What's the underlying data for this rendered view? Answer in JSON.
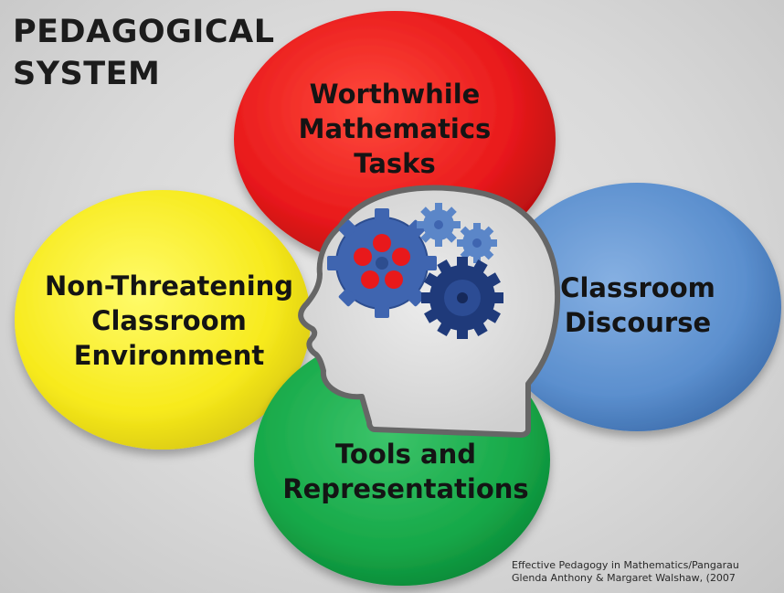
{
  "title": {
    "line1": "PEDAGOGICAL",
    "line2": "SYSTEM"
  },
  "petals": {
    "top": {
      "line1": "Worthwhile",
      "line2": "Mathematics",
      "line3": "Tasks",
      "color": "#e8191b"
    },
    "left": {
      "line1": "Non-Threatening",
      "line2": "Classroom",
      "line3": "Environment",
      "color": "#f7ea1c"
    },
    "right": {
      "line1": "Classroom",
      "line2": "Discourse",
      "color": "#5b8fce"
    },
    "bottom": {
      "line1": "Tools and",
      "line2": "Representations",
      "color": "#16a848"
    }
  },
  "center": {
    "icon": "head-with-gears-icon",
    "gear_colors": [
      "#3f65b0",
      "#5b86c8",
      "#1f3a7a"
    ]
  },
  "citation": {
    "line1": "Effective Pedagogy in Mathematics/Pangarau",
    "line2": "Glenda Anthony & Margaret Walshaw, (2007"
  }
}
